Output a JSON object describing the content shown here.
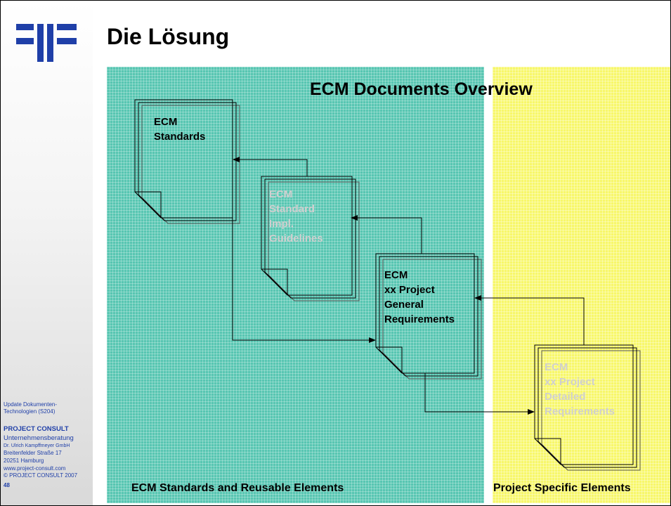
{
  "slide": {
    "title": "Die Lösung",
    "diagram_title": "ECM Documents Overview"
  },
  "zones": {
    "standards_label": "ECM Standards and Reusable Elements",
    "project_label": "Project Specific Elements"
  },
  "documents": [
    {
      "id": "ecm-standards",
      "text": "ECM\nStandards",
      "faded": false
    },
    {
      "id": "ecm-standard-impl-guidelines",
      "text": "ECM\nStandard\nImpl.\nGuidelines",
      "faded": true
    },
    {
      "id": "ecm-project-general-requirements",
      "text": "ECM\nxx Project\nGeneral\nRequirements",
      "faded": false
    },
    {
      "id": "ecm-project-detailed-requirements",
      "text": "ECM\nxx Project\nDetailed\nRequirements",
      "faded": true
    }
  ],
  "sidebar": {
    "topic_line1": "Update Dokumenten-",
    "topic_line2": "Technologien (S204)",
    "company": "PROJECT  CONSULT",
    "company_sub": "Unternehmensberatung",
    "person": "Dr. Ulrich Kampffmeyer  GmbH",
    "street": "Breitenfelder Straße 17",
    "city": "20251 Hamburg",
    "web": "www.project-consult.com",
    "copyright": "© PROJECT CONSULT  2007",
    "page_number": "48"
  },
  "colors": {
    "logo_blue": "#1f3fa8",
    "standards_zone": "#58c6b2",
    "project_zone": "#f7f76a",
    "faded_text": "#cfcfcf"
  }
}
